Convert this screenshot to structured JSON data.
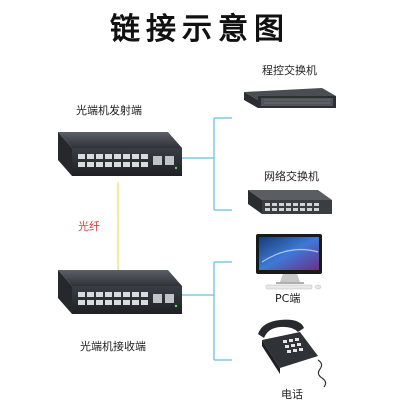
{
  "title": "链接示意图",
  "devices": {
    "transmitter": "光端机发射端",
    "receiver": "光端机接收端",
    "pbx_switch": "程控交换机",
    "network_switch": "网络交换机",
    "pc": "PC端",
    "phone": "电话"
  },
  "link_label": "光纤",
  "colors": {
    "connector_line": "#7ec8e3",
    "fiber_line": "#f2e27a",
    "fiber_label": "#e53935"
  }
}
